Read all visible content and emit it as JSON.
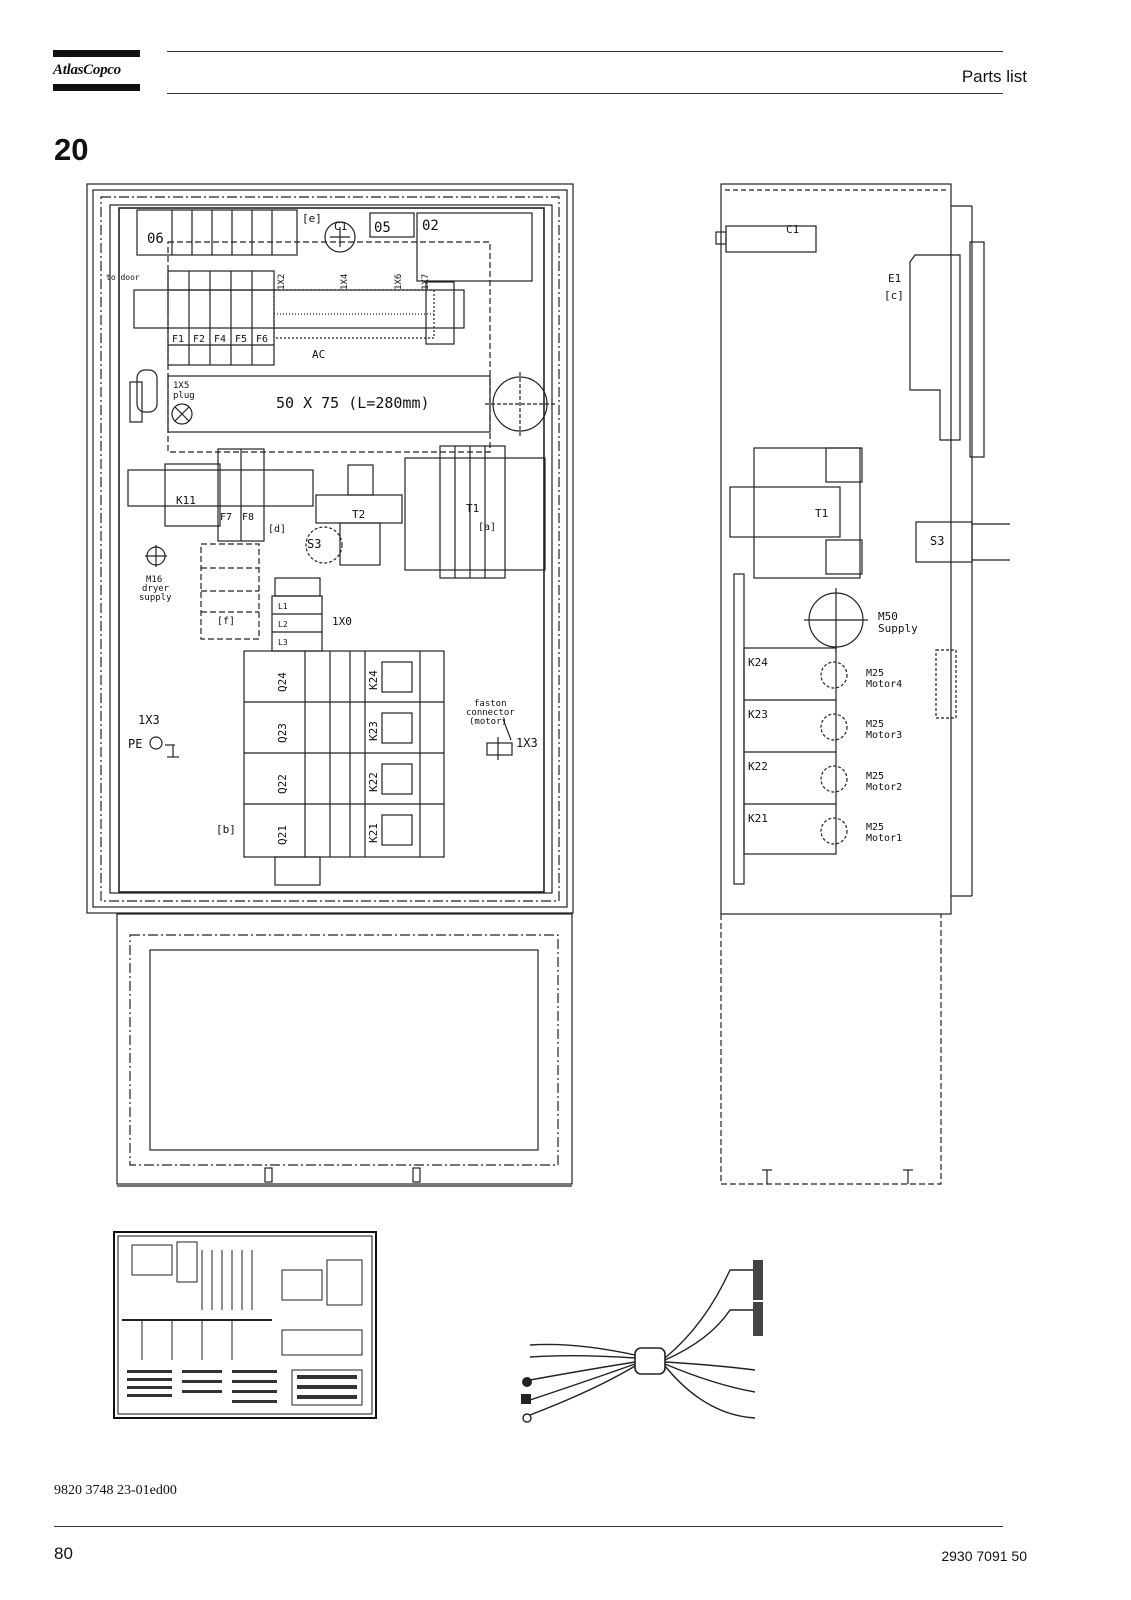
{
  "header": {
    "brand": "AtlasCopco",
    "title": "Parts list"
  },
  "section_number": "20",
  "drawing_front": {
    "labels": {
      "06": "06",
      "e": "[e]",
      "c1": "C1",
      "05": "05",
      "02": "02",
      "to_door": "to door",
      "x1x2": "1X2",
      "x1x4": "1X4",
      "x1x6": "1X6",
      "x1x7": "1X7",
      "fuses": [
        "F1",
        "F2",
        "F4",
        "F5",
        "F6"
      ],
      "ac": "AC",
      "x1x5": "1X5",
      "plug": "plug",
      "x": "X",
      "duct": "50 X 75   (L=280mm)",
      "k11": "K11",
      "f7": "F7",
      "f8": "F8",
      "d": "[d]",
      "t2": "T2",
      "t1": "T1",
      "a": "[a]",
      "s3": "S3",
      "m16": "M16",
      "dryer": "dryer",
      "supply": "supply",
      "f": "[f]",
      "l1": "L1",
      "l2": "L2",
      "l3": "L3",
      "x1x0": "1X0",
      "q24": "Q24",
      "q23": "Q23",
      "q22": "Q22",
      "q21": "Q21",
      "k24": "K24",
      "k23": "K23",
      "k22": "K22",
      "k21": "K21",
      "x1x3": "1X3",
      "pe": "PE",
      "faston1": "faston",
      "faston2": "connector",
      "faston3": "(motor)",
      "x1x3b": "1X3",
      "b": "[b]"
    }
  },
  "drawing_side": {
    "labels": {
      "c1": "C1",
      "e1": "E1",
      "c": "[c]",
      "t1": "T1",
      "s3": "S3",
      "m50": "M50",
      "supply": "Supply",
      "k24": "K24",
      "k23": "K23",
      "k22": "K22",
      "k21": "K21",
      "m25": "M25",
      "motor4": "Motor4",
      "motor3": "Motor3",
      "motor2": "Motor2",
      "motor1": "Motor1"
    }
  },
  "footer": {
    "doc_code": "9820 3748 23-01ed00",
    "page_number": "80",
    "doc_number": "2930 7091 50"
  }
}
